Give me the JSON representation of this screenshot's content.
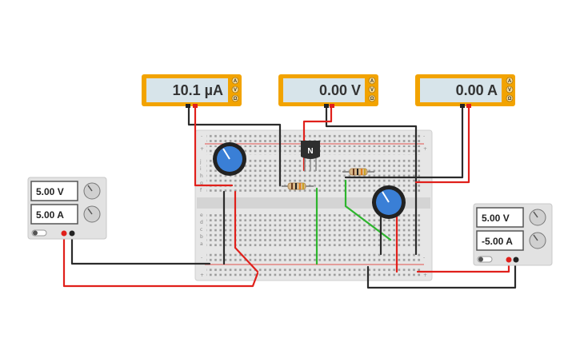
{
  "colors": {
    "meter_frame": "#f2a300",
    "meter_screen": "#d7e4ea",
    "wire_red": "#e0201b",
    "wire_black": "#2b2b2b",
    "wire_green": "#2db52d",
    "board": "#e8e8e8",
    "pot_blue": "#3a7fd6"
  },
  "meters": [
    {
      "name": "ammeter-left",
      "reading": "10.1 µA",
      "buttons": [
        "A",
        "V",
        "Ω"
      ]
    },
    {
      "name": "voltmeter-middle",
      "reading": "0.00 V",
      "buttons": [
        "A",
        "V",
        "Ω"
      ]
    },
    {
      "name": "ammeter-right",
      "reading": "0.00 A",
      "buttons": [
        "A",
        "V",
        "Ω"
      ]
    }
  ],
  "power_supplies": [
    {
      "name": "power-supply-left",
      "voltage": "5.00 V",
      "current": "5.00 A"
    },
    {
      "name": "power-supply-right",
      "voltage": "5.00 V",
      "current": "-5.00 A"
    }
  ],
  "transistor_label": "N",
  "breadboard": {
    "rows_top": [
      "j",
      "i",
      "h",
      "g",
      "f"
    ],
    "rows_bottom": [
      "e",
      "d",
      "c",
      "b",
      "a"
    ],
    "rail_plus": "+",
    "rail_minus": "-"
  }
}
